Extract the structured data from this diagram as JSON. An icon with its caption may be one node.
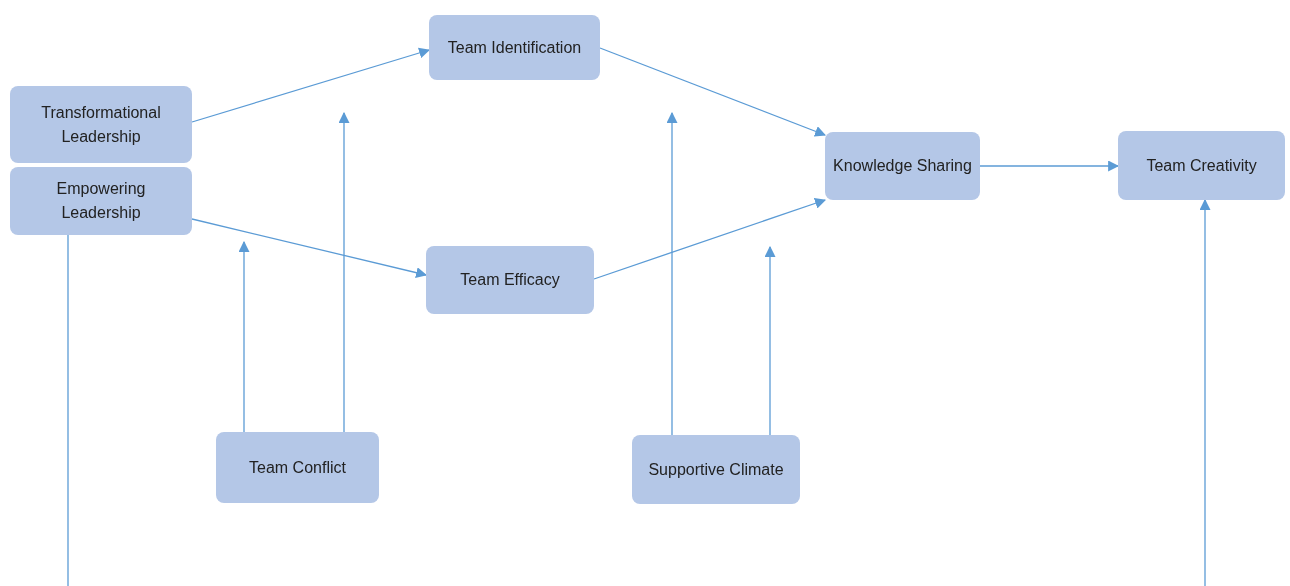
{
  "diagram": {
    "nodes": [
      {
        "text": [
          "Transformational Leadership"
        ]
      },
      {
        "text": [
          "Empowering Leadership"
        ]
      },
      {
        "text": [
          "Team Identification"
        ]
      },
      {
        "text": [
          "Team Efficacy"
        ]
      },
      {
        "text": [
          "Knowledge Sharing"
        ]
      },
      {
        "text": [
          "Team Creativity"
        ]
      },
      {
        "text": [
          "Team Conflict"
        ]
      },
      {
        "text": [
          "Supportive Climate"
        ]
      }
    ],
    "edges": [
      {
        "from": 0,
        "to": 2,
        "arrow": "to"
      },
      {
        "from": 1,
        "to": 3,
        "arrow": "to"
      },
      {
        "from": 2,
        "to": 4,
        "arrow": "to"
      },
      {
        "from": 3,
        "to": 4,
        "arrow": "to"
      },
      {
        "from": 4,
        "to": 5,
        "arrow": "to"
      },
      {
        "from": 6,
        "to": null,
        "arrow": "to"
      },
      {
        "from": 6,
        "to": null,
        "arrow": "to"
      },
      {
        "from": 7,
        "to": null,
        "arrow": "to"
      },
      {
        "from": 7,
        "to": null,
        "arrow": "to"
      },
      {
        "from": 1,
        "to": null,
        "arrow": "none"
      },
      {
        "from": null,
        "to": 5,
        "arrow": "to"
      }
    ]
  }
}
